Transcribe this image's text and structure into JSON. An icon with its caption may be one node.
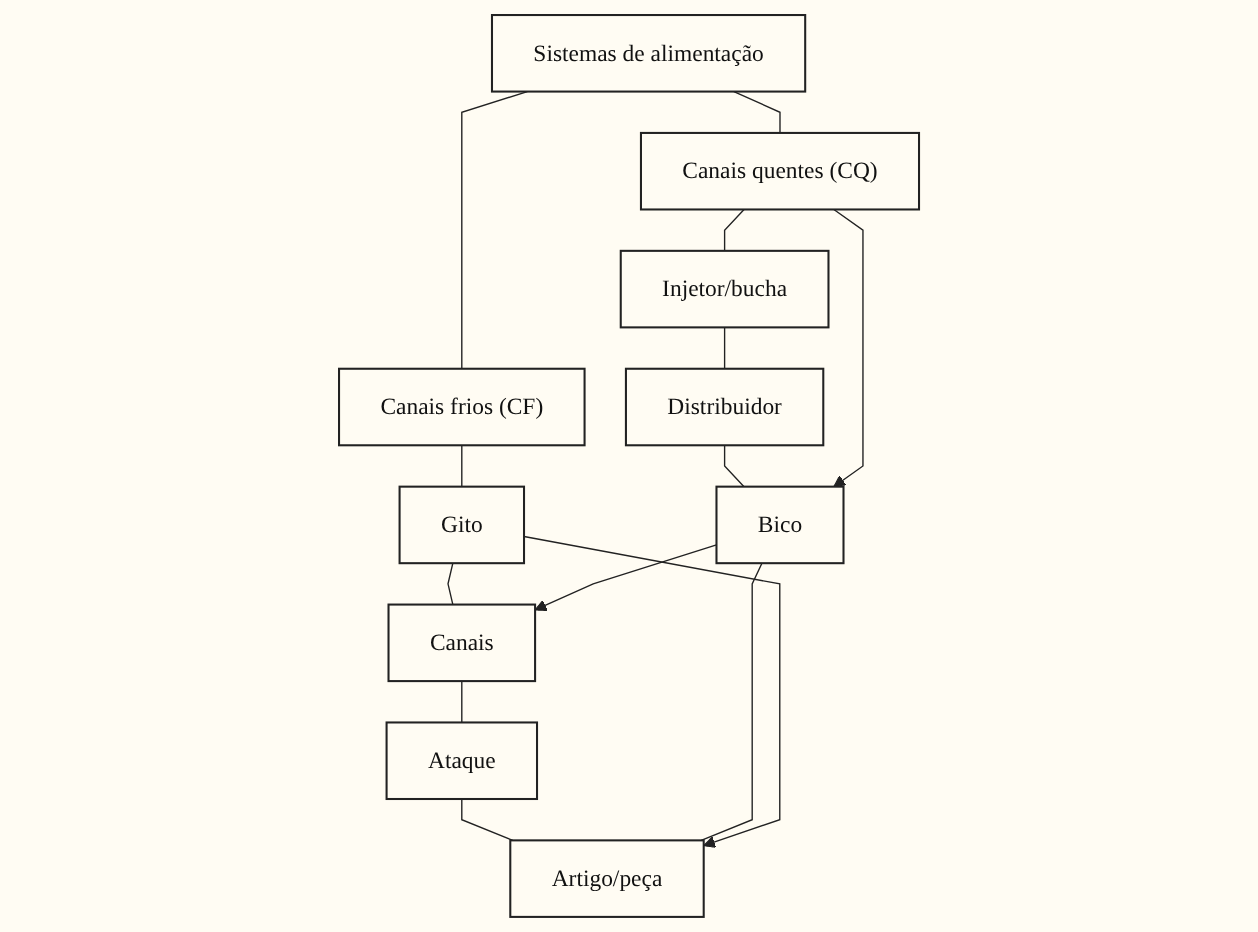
{
  "diagram": {
    "nodes": [
      {
        "text": [
          "Sistemas de alimentação"
        ]
      },
      {
        "text": [
          "Canais frios (CF)"
        ]
      },
      {
        "text": [
          "Canais quentes (CQ)"
        ]
      },
      {
        "text": [
          "Gito"
        ]
      },
      {
        "text": [
          "Canais"
        ]
      },
      {
        "text": [
          "Ataque"
        ]
      },
      {
        "text": [
          "Injetor/bucha"
        ]
      },
      {
        "text": [
          "Distribuidor"
        ]
      },
      {
        "text": [
          "Bico"
        ]
      },
      {
        "text": [
          "Artigo/peça"
        ]
      }
    ],
    "edges": [
      {
        "from": 0,
        "to": 1,
        "arrow": "none"
      },
      {
        "from": 0,
        "to": 2,
        "arrow": "none"
      },
      {
        "from": 1,
        "to": 3,
        "arrow": "none"
      },
      {
        "from": 3,
        "to": 4,
        "arrow": "none"
      },
      {
        "from": 4,
        "to": 5,
        "arrow": "none"
      },
      {
        "from": 2,
        "to": 6,
        "arrow": "none"
      },
      {
        "from": 6,
        "to": 7,
        "arrow": "none"
      },
      {
        "from": 7,
        "to": 8,
        "arrow": "none"
      },
      {
        "from": 5,
        "to": 9,
        "arrow": "none"
      },
      {
        "from": 8,
        "to": 9,
        "arrow": "none"
      },
      {
        "from": 3,
        "to": 9,
        "arrow": "to"
      },
      {
        "from": 8,
        "to": 4,
        "arrow": "to"
      },
      {
        "from": 2,
        "to": 8,
        "arrow": "to"
      }
    ]
  }
}
